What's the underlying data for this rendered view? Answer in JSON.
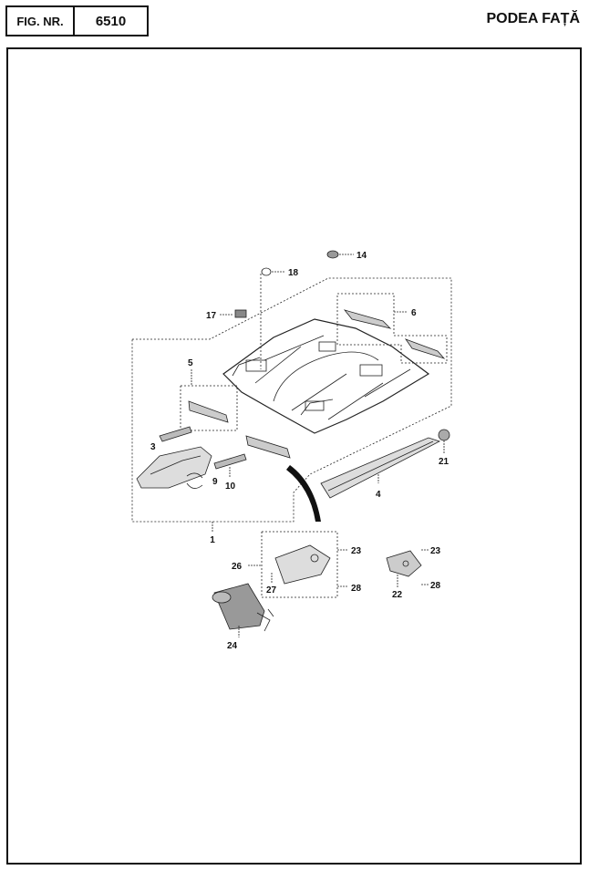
{
  "header": {
    "fig_label": "FIG. NR.",
    "fig_number": "6510",
    "title": "PODEA FAȚĂ"
  },
  "callouts": {
    "c1": "1",
    "c3": "3",
    "c4": "4",
    "c5": "5",
    "c6": "6",
    "c9": "9",
    "c10": "10",
    "c14": "14",
    "c17": "17",
    "c18": "18",
    "c21": "21",
    "c22": "22",
    "c23a": "23",
    "c23b": "23",
    "c24": "24",
    "c26": "26",
    "c27": "27",
    "c28a": "28",
    "c28b": "28"
  }
}
